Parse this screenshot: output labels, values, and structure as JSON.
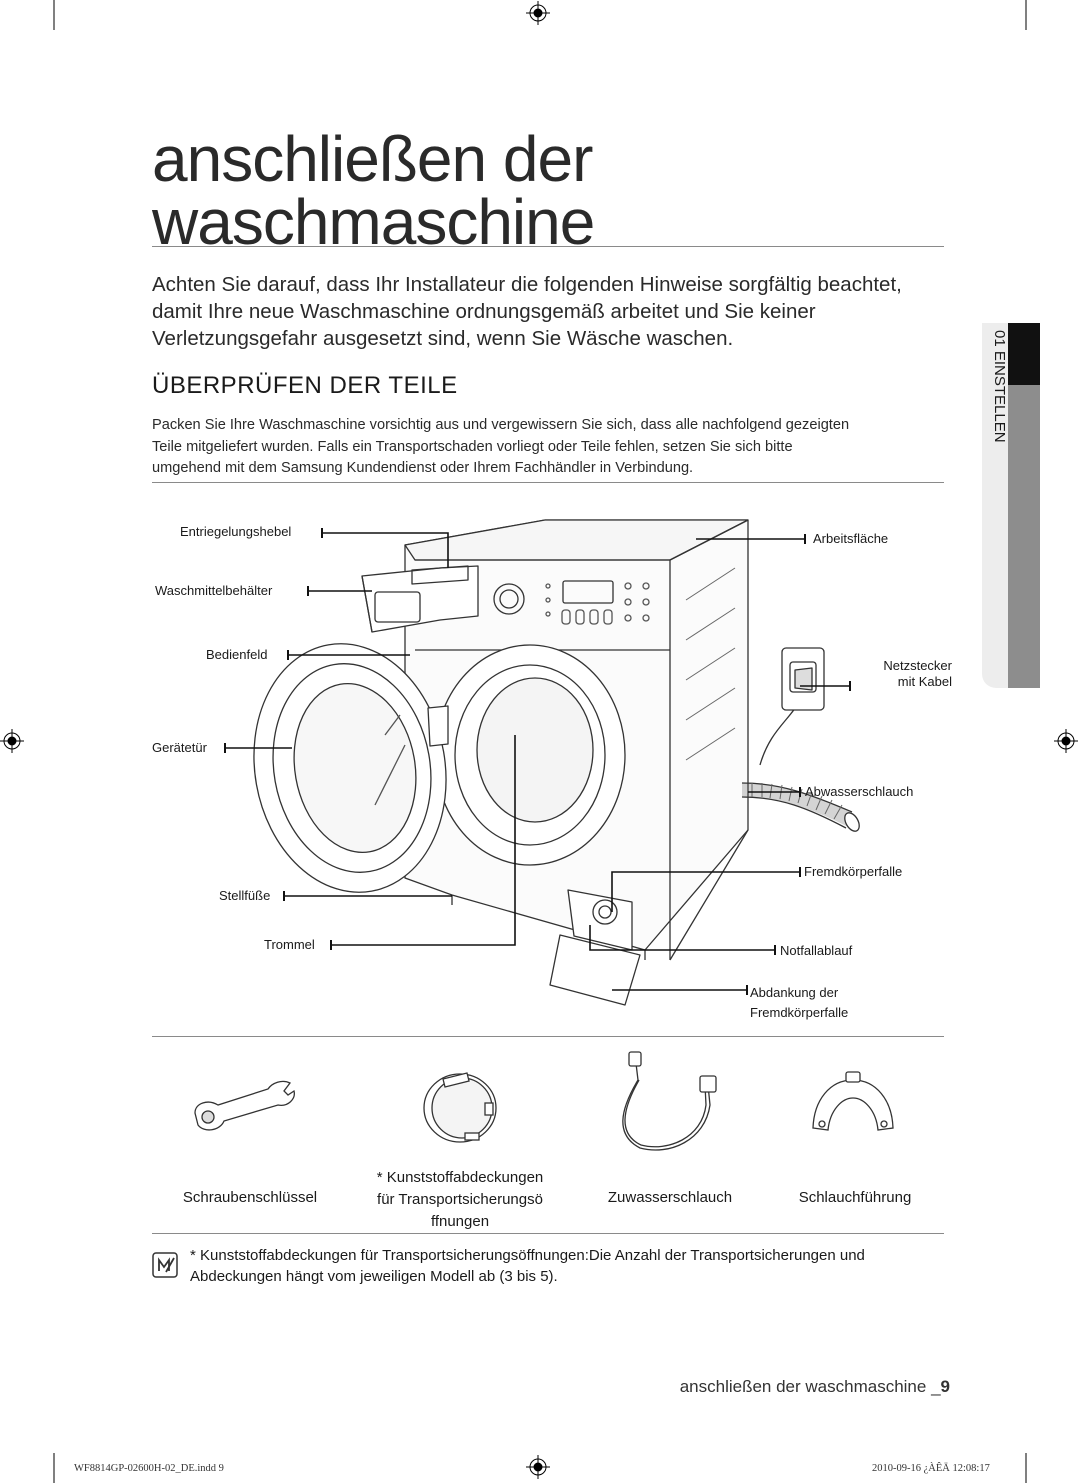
{
  "page": {
    "title_line1": "anschließen der",
    "title_line2": "waschmaschine",
    "intro": [
      "Achten Sie darauf, dass Ihr Installateur die folgenden Hinweise sorgfältig beachtet,",
      "damit Ihre neue Waschmaschine ordnungsgemäß arbeitet und Sie keiner",
      "Verletzungsgefahr ausgesetzt sind, wenn Sie Wäsche waschen."
    ],
    "section_heading": "ÜBERPRÜFEN DER TEILE",
    "section_body": [
      "Packen Sie Ihre Waschmaschine vorsichtig aus und vergewissern Sie sich, dass alle nachfolgend gezeigten",
      "Teile mitgeliefert wurden.  Falls ein Transportschaden vorliegt oder Teile fehlen, setzen Sie sich bitte",
      "umgehend mit dem Samsung Kundendienst oder Ihrem Fachhändler in Verbindung."
    ]
  },
  "side_tab": {
    "label": "01 EINSTELLEN"
  },
  "diagram": {
    "labels": {
      "entriegelungshebel": "Entriegelungshebel",
      "waschmittelbehaelter": "Waschmittelbehälter",
      "bedienfeld": "Bedienfeld",
      "geraetetuer": "Gerätetür",
      "stellfuesse": "Stellfüße",
      "trommel": "Trommel",
      "arbeitsflaeche": "Arbeitsfläche",
      "netzstecker_1": "Netzstecker",
      "netzstecker_2": "mit Kabel",
      "abwasserschlauch": "Abwasserschlauch",
      "fremdkoerperfalle": "Fremdkörperfalle",
      "notfallablauf": "Notfallablauf",
      "abdankung_1": "Abdankung der",
      "abdankung_2": "Fremdkörperfalle"
    }
  },
  "parts": {
    "wrench": "Schraubenschlüssel",
    "caps_1": "* Kunststoffabdeckungen",
    "caps_2": "für Transportsicherungsö",
    "caps_3": "ffnungen",
    "hose": "Zuwasserschlauch",
    "guide": "Schlauchführung"
  },
  "note": {
    "bold": "* Kunststoffabdeckungen für Transportsicherungsöffnungen:",
    "text": "Die Anzahl der Transportsicherungen und Abdeckungen hängt vom jeweiligen Modell ab (3 bis 5)."
  },
  "footer": {
    "section": "anschließen der waschmaschine _",
    "page_number": "9",
    "print_file": "WF8814GP-02600H-02_DE.indd   9",
    "print_date": "2010-09-16   ¿ÀÊÄ 12:08:17"
  }
}
